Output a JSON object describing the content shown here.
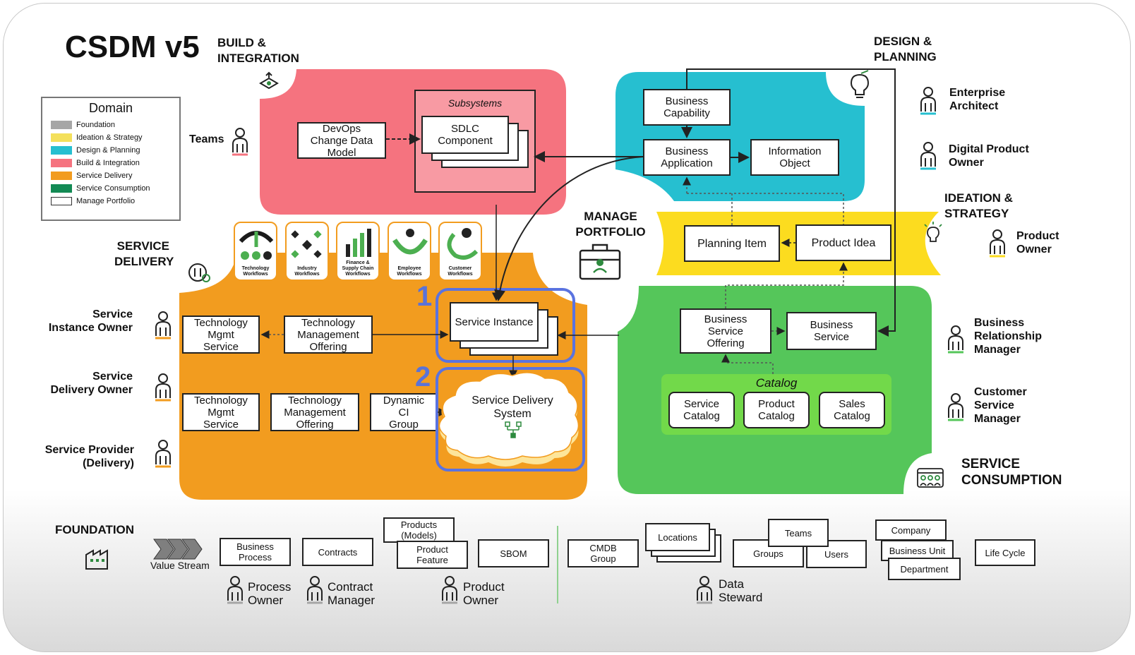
{
  "title": "CSDM v5",
  "legend": {
    "title": "Domain",
    "items": [
      {
        "label": "Foundation",
        "color": "#a6a6a6"
      },
      {
        "label": "Ideation & Strategy",
        "color": "#f4e05b"
      },
      {
        "label": "Design & Planning",
        "color": "#26bfd0"
      },
      {
        "label": "Build & Integration",
        "color": "#f5737f"
      },
      {
        "label": "Service Delivery",
        "color": "#f29c1f"
      },
      {
        "label": "Service Consumption",
        "color": "#138a54"
      },
      {
        "label": "Manage Portfolio",
        "color": "#ffffff"
      }
    ]
  },
  "domains": {
    "build": "BUILD &\nINTEGRATION",
    "design": "DESIGN &\nPLANNING",
    "ideation": "IDEATION &\nSTRATEGY",
    "delivery": "SERVICE\nDELIVERY",
    "consumption": "SERVICE\nCONSUMPTION",
    "portfolio": "MANAGE\nPORTFOLIO",
    "foundation": "FOUNDATION"
  },
  "build": {
    "subsystems": "Subsystems",
    "devops": "DevOps\nChange Data\nModel",
    "sdlc": "SDLC\nComponent"
  },
  "design": {
    "capability": "Business\nCapability",
    "application": "Business\nApplication",
    "info_object": "Information\nObject"
  },
  "ideation": {
    "planning_item": "Planning Item",
    "product_idea": "Product Idea"
  },
  "workflows": [
    "Technology\nWorkflows",
    "Industry\nWorkflows",
    "Finance &\nSupply Chain\nWorkflows",
    "Employee\nWorkflows",
    "Customer\nWorkflows"
  ],
  "delivery": {
    "tms1": "Technology\nMgmt\nService",
    "tmo1": "Technology\nManagement\nOffering",
    "service_instance": "Service Instance",
    "tms2": "Technology\nMgmt\nService",
    "tmo2": "Technology\nManagement\nOffering",
    "dynamic_ci": "Dynamic\nCI\nGroup",
    "sds": "Service Delivery\nSystem",
    "num1": "1",
    "num2": "2"
  },
  "consumption": {
    "bso": "Business\nService\nOffering",
    "bs": "Business\nService",
    "catalog": "Catalog",
    "service_catalog": "Service\nCatalog",
    "product_catalog": "Product\nCatalog",
    "sales_catalog": "Sales\nCatalog"
  },
  "roles": {
    "teams": "Teams",
    "enterprise_architect": "Enterprise\nArchitect",
    "digital_product_owner": "Digital Product\nOwner",
    "product_owner_ideation": "Product\nOwner",
    "service_instance_owner": "Service\nInstance Owner",
    "service_delivery_owner": "Service\nDelivery Owner",
    "service_provider": "Service Provider\n(Delivery)",
    "brm": "Business\nRelationship\nManager",
    "csm": "Customer\nService\nManager",
    "process_owner": "Process\nOwner",
    "contract_manager": "Contract\nManager",
    "product_owner_foundation": "Product\nOwner",
    "data_steward": "Data\nSteward"
  },
  "foundation": {
    "value_stream": "Value Stream",
    "business_process": "Business\nProcess",
    "contracts": "Contracts",
    "products_models": "Products\n(Models)",
    "product_feature": "Product\nFeature",
    "sbom": "SBOM",
    "cmdb_group": "CMDB\nGroup",
    "locations": "Locations",
    "teams": "Teams",
    "groups": "Groups",
    "users": "Users",
    "company": "Company",
    "business_unit": "Business Unit",
    "department": "Department",
    "life_cycle": "Life Cycle"
  },
  "colors": {
    "build": "#f5737f",
    "build_inner": "#f89aa3",
    "design": "#26bfd0",
    "ideation": "#fcdc1f",
    "delivery": "#f29c1f",
    "consumption": "#55c65a",
    "catalog": "#72d94a",
    "highlight": "#5a73e0"
  }
}
